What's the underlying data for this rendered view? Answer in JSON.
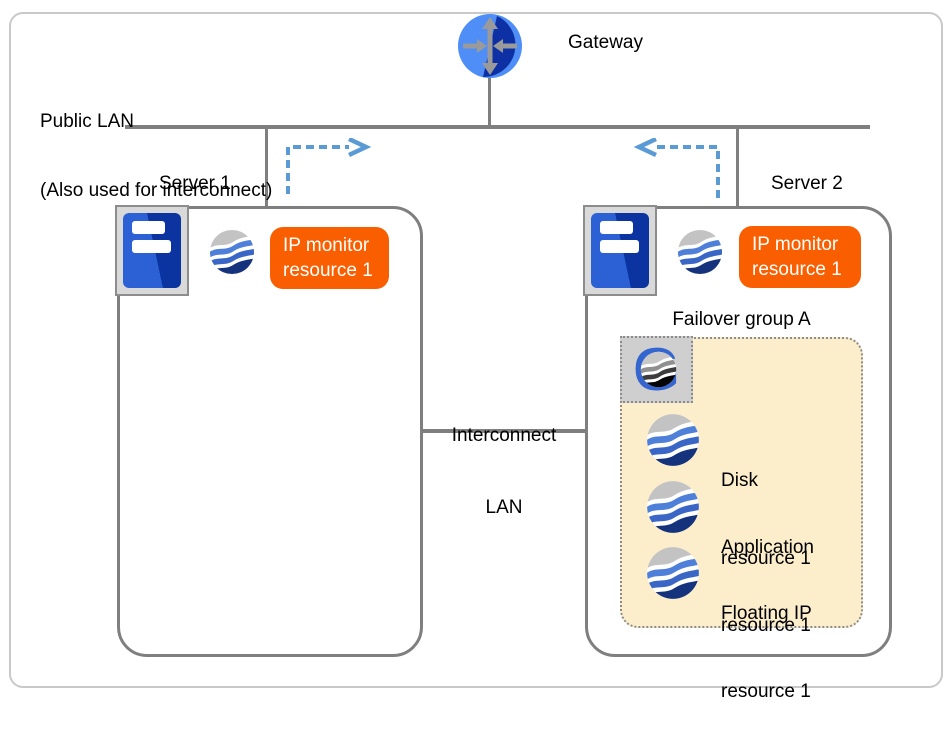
{
  "gateway": {
    "label": "Gateway"
  },
  "public_lan": {
    "line1": "Public LAN",
    "line2": "(Also used for interconnect)"
  },
  "interconnect_lan": {
    "line1": "Interconnect",
    "line2": "LAN"
  },
  "servers": [
    {
      "name": "Server 1",
      "monitor_badge": {
        "line1": "IP monitor",
        "line2": "resource 1"
      }
    },
    {
      "name": "Server 2",
      "monitor_badge": {
        "line1": "IP monitor",
        "line2": "resource 1"
      }
    }
  ],
  "failover_group": {
    "label": "Failover group A",
    "resources": [
      {
        "line1": "Disk",
        "line2": "resource 1"
      },
      {
        "line1": "Application",
        "line2": "resource 1"
      },
      {
        "line1": "Floating IP",
        "line2": "resource 1"
      }
    ]
  },
  "icons": {
    "group_letter": "G",
    "gateway": "router-arrows-sphere",
    "server": "server-tower",
    "resource": "wave-sphere"
  },
  "colors": {
    "monitor_badge_bg": "#F95F00",
    "dashed_arrow_blue": "#5B9BD5",
    "line_gray": "#7F7F7F",
    "failover_group_bg": "#FCEDCB",
    "gateway_light_blue": "#4E8EF6",
    "gateway_dark_blue": "#0D31A4",
    "resource_blue_light": "#4E7FD9",
    "resource_blue_dark": "#3A67C6",
    "resource_navy": "#15337C",
    "server_icon_blue": "#2C61D6"
  }
}
